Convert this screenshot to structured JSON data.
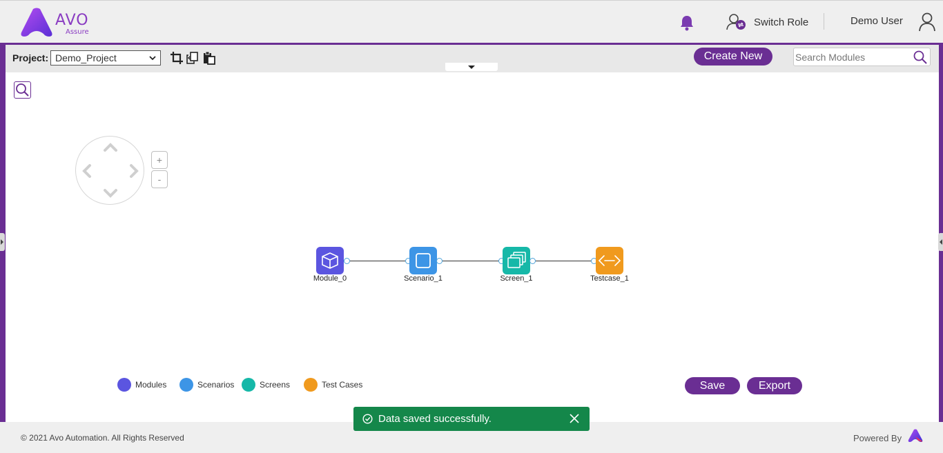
{
  "header": {
    "logo_word": "AVO",
    "logo_sub": "Assure",
    "switch_role": "Switch Role",
    "user_name": "Demo User"
  },
  "toolbar": {
    "project_label": "Project:",
    "project_value": "Demo_Project",
    "create_new": "Create New",
    "search_placeholder": "Search Modules"
  },
  "zoom": {
    "plus": "+",
    "minus": "-"
  },
  "nodes": [
    {
      "label": "Module_0",
      "color": "#5b55e0"
    },
    {
      "label": "Scenario_1",
      "color": "#3d95e6"
    },
    {
      "label": "Screen_1",
      "color": "#16b8a8"
    },
    {
      "label": "Testcase_1",
      "color": "#f09a1e"
    }
  ],
  "legend": [
    {
      "label": "Modules",
      "color": "#5b55e0"
    },
    {
      "label": "Scenarios",
      "color": "#3d95e6"
    },
    {
      "label": "Screens",
      "color": "#16b8a8"
    },
    {
      "label": "Test Cases",
      "color": "#f09a1e"
    }
  ],
  "actions": {
    "save": "Save",
    "export": "Export"
  },
  "toast": {
    "message": "Data saved successfully."
  },
  "footer": {
    "copyright": "© 2021 Avo Automation. All Rights Reserved",
    "powered_by": "Powered By"
  },
  "colors": {
    "brand": "#6a2e93",
    "toast": "#14874a"
  }
}
